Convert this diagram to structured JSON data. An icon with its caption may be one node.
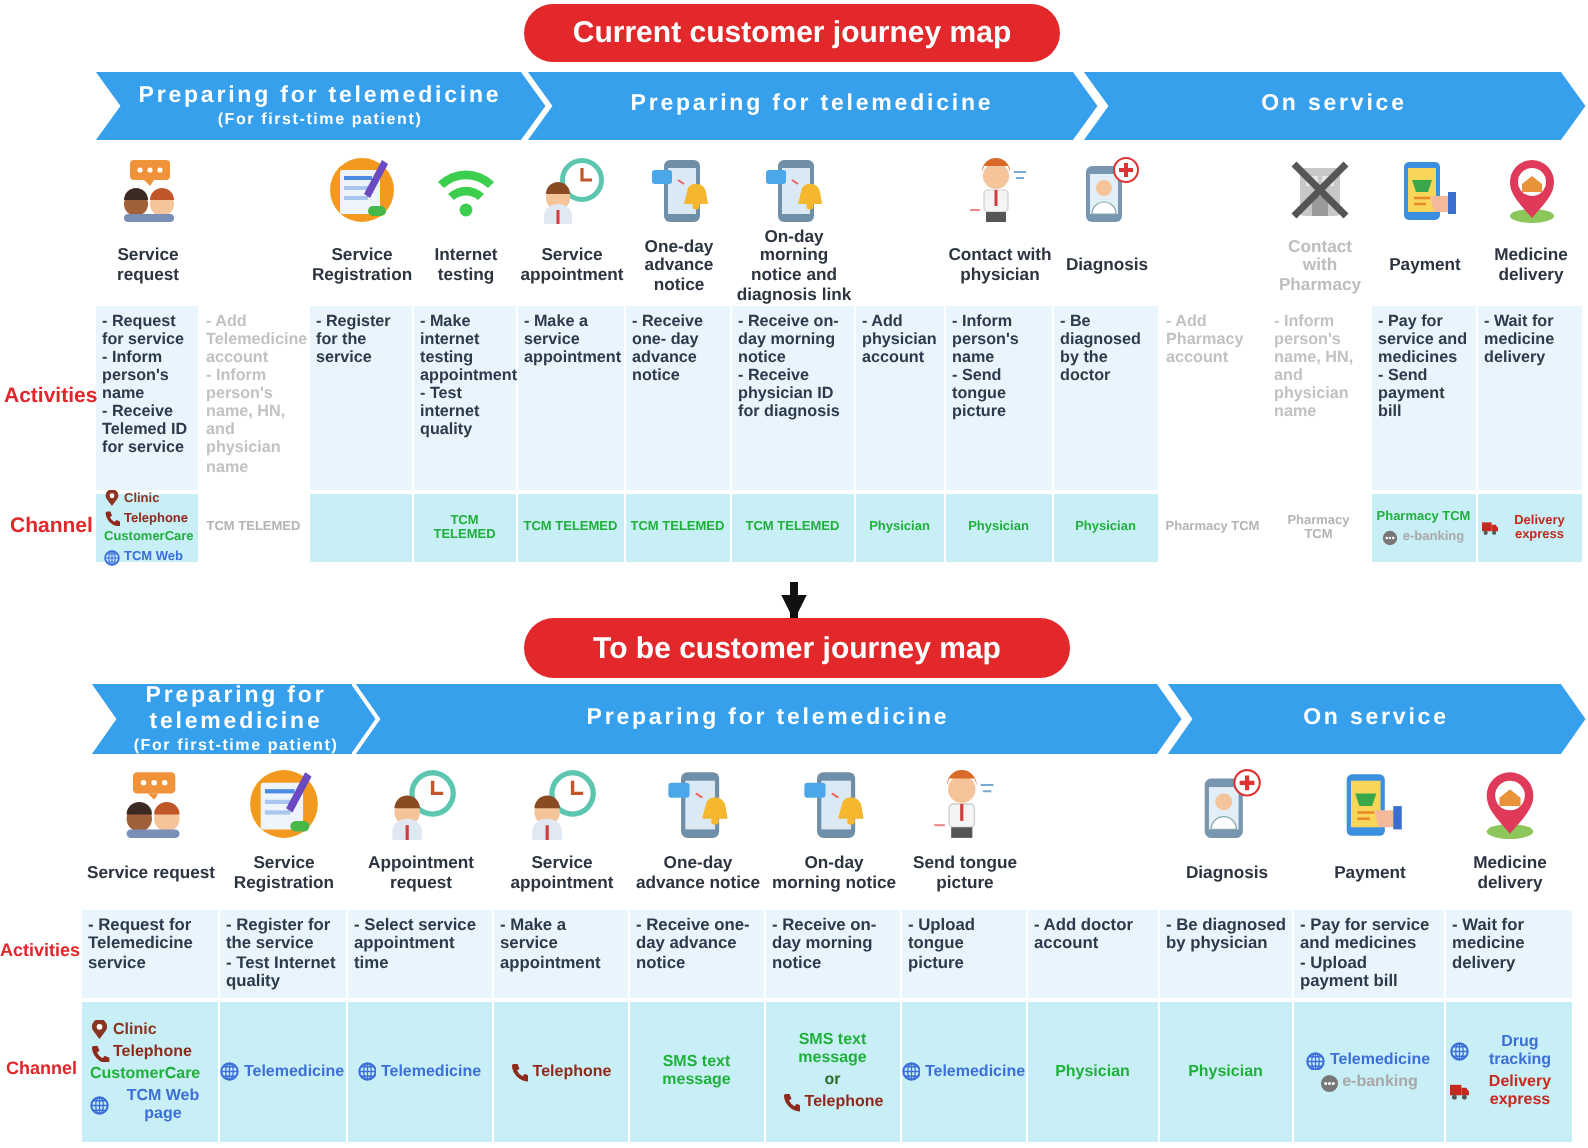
{
  "diagram": {
    "nodes": [
      {
        "text": [
          "Current customer journey map"
        ]
      },
      {
        "text": [
          "Preparing for telemedicine",
          "(For first-time patient)"
        ]
      },
      {
        "text": [
          "Preparing for telemedicine"
        ]
      },
      {
        "text": [
          "On service"
        ]
      },
      {
        "text": [
          "To be customer journey map"
        ]
      },
      {
        "text": [
          "Preparing for telemedicine",
          "(For first-time patient)"
        ]
      },
      {
        "text": [
          "Preparing for telemedicine"
        ]
      },
      {
        "text": [
          "On service"
        ]
      }
    ],
    "edges": [
      {
        "from": null,
        "to": 4,
        "arrow": "to"
      }
    ],
    "labels": [
      "Service request",
      "Service Registration",
      "Internet testing",
      "Service appointment",
      "One-day advance notice",
      "On-day morning notice and diagnosis link",
      "Contact with physician",
      "Diagnosis",
      "Contact with Pharmacy",
      "Payment",
      "Medicine delivery",
      "Activities",
      "- Request for service",
      "- Inform person's name",
      "- Receive Telemed ID for service",
      "- Add Telemedicine account",
      "- Inform person's name, HN, and physician name",
      "- Register for the service",
      "- Make internet testing appointment",
      "- Test internet quality",
      "- Make a service appointment",
      "- Receive one- day advance notice",
      "- Receive on-day morning notice",
      "- Receive physician ID for diagnosis",
      "- Add physician account",
      "- Inform person's name",
      "- Send tongue picture",
      "- Be diagnosed by the doctor",
      "- Add Pharmacy account",
      "- Inform person's name, HN, and physician name",
      "- Pay for service and medicines",
      "- Send payment bill",
      "- Wait for medicine delivery",
      "Channel",
      "Clinic",
      "Telephone",
      "CustomerCare",
      "TCM Web",
      "TCM TELEMED",
      "TCM TELEMED",
      "TCM TELEMED",
      "TCM TELEMED",
      "TCM TELEMED",
      "Physician",
      "Physician",
      "Physician",
      "Pharmacy TCM",
      "Pharmacy TCM",
      "Pharmacy TCM",
      "e-banking",
      "Delivery express",
      "Service request",
      "Service Registration",
      "Appointment request",
      "Service appointment",
      "One-day advance notice",
      "On-day morning notice",
      "Send tongue picture",
      "Diagnosis",
      "Payment",
      "Medicine delivery",
      "Activities",
      "- Request for Telemedicine service",
      "- Register for the service",
      "- Test Internet quality",
      "- Select service appointment time",
      "- Make a service appointment",
      "- Receive one-day advance notice",
      "- Receive on-day morning notice",
      "- Upload tongue picture",
      "- Add doctor account",
      "- Be diagnosed by physician",
      "- Pay for service and medicines",
      "- Upload payment bill",
      "- Wait for medicine delivery",
      "Channel",
      "Clinic",
      "Telephone",
      "CustomerCare",
      "TCM Web page",
      "Telemedicine",
      "Telemedicine",
      "Telephone",
      "SMS text message",
      "SMS text message",
      "or",
      "Telephone",
      "Telemedicine",
      "Physician",
      "Physician",
      "Telemedicine",
      "e-banking",
      "Drug tracking",
      "Delivery express"
    ]
  }
}
